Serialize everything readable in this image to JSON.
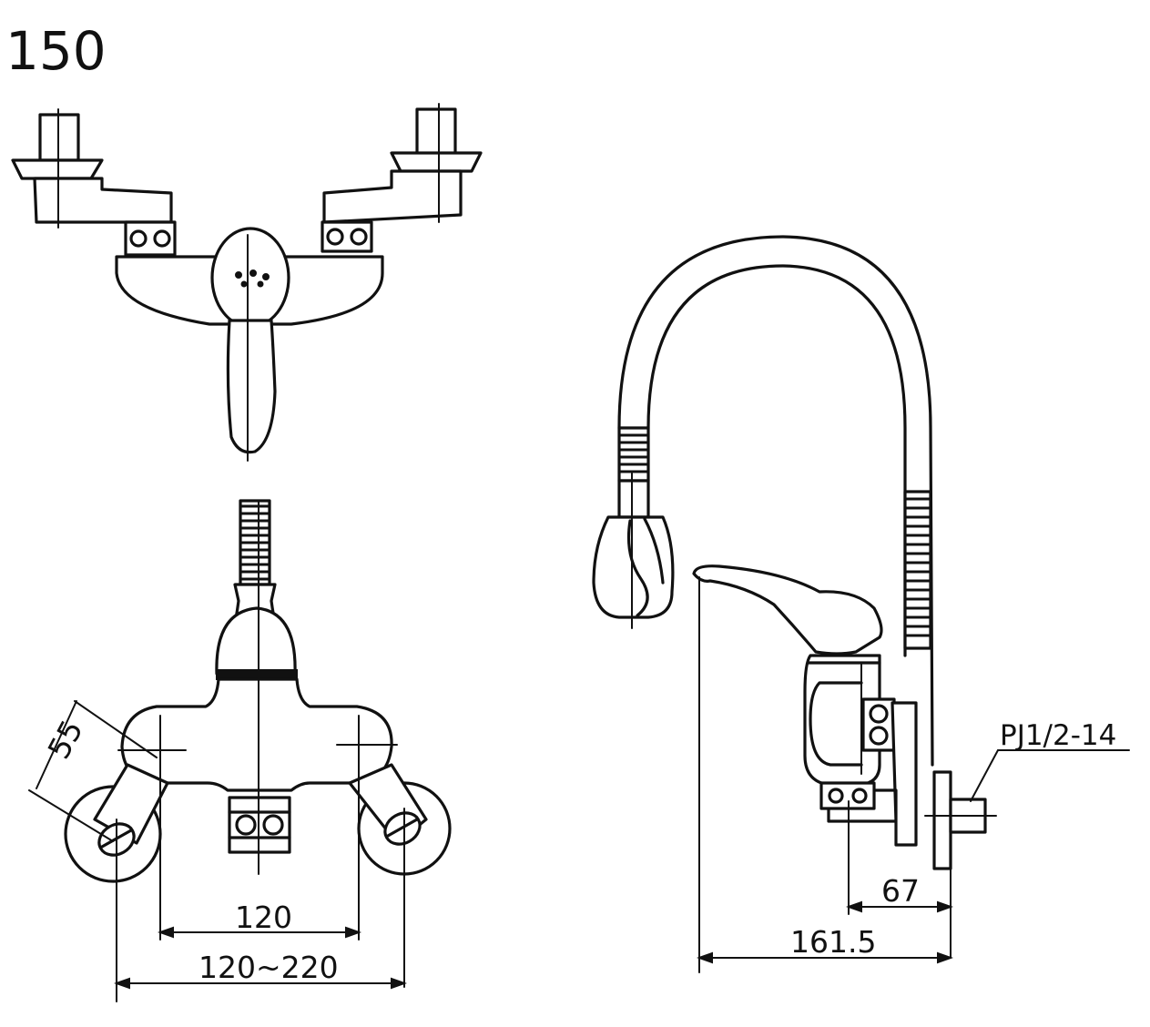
{
  "model_number": "150",
  "dimensions": {
    "angle_55": "55",
    "spacing_120": "120",
    "spacing_range": "120~220",
    "depth_67": "67",
    "depth_161_5": "161.5"
  },
  "thread_label": "PJ1/2-14"
}
